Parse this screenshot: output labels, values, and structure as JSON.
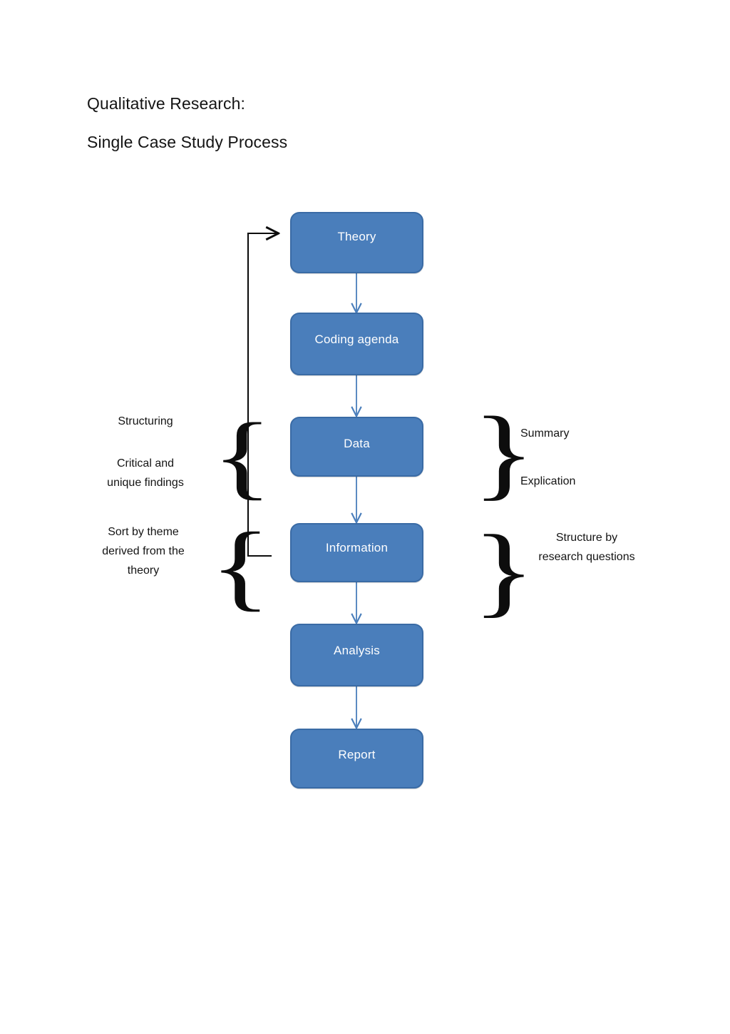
{
  "document": {
    "title_lines": [
      "Qualitative Research:",
      "Single Case Study Process"
    ]
  },
  "colors": {
    "node_fill": "#4a7ebb",
    "node_border": "#3a6ba5",
    "node_text": "#ffffff",
    "connector": "#4a7ebb",
    "feedback_arrow": "#0d0d0d",
    "body_text": "#141414",
    "background": "#ffffff"
  },
  "chart_data": {
    "type": "diagram",
    "title": "Qualitative Research: Single Case Study Process",
    "diagram_kind": "vertical-flowchart-with-feedback-loop",
    "nodes": [
      {
        "id": "theory",
        "label": "Theory",
        "order": 1
      },
      {
        "id": "coding-agenda",
        "label": "Coding agenda",
        "order": 2
      },
      {
        "id": "data",
        "label": "Data",
        "order": 3
      },
      {
        "id": "information",
        "label": "Information",
        "order": 4
      },
      {
        "id": "analysis",
        "label": "Analysis",
        "order": 5
      },
      {
        "id": "report",
        "label": "Report",
        "order": 6
      }
    ],
    "edges": [
      {
        "from": "theory",
        "to": "coding-agenda",
        "style": "arrow-down",
        "color": "#4a7ebb"
      },
      {
        "from": "coding-agenda",
        "to": "data",
        "style": "arrow-down",
        "color": "#4a7ebb"
      },
      {
        "from": "data",
        "to": "information",
        "style": "arrow-down",
        "color": "#4a7ebb"
      },
      {
        "from": "information",
        "to": "analysis",
        "style": "arrow-down",
        "color": "#4a7ebb"
      },
      {
        "from": "analysis",
        "to": "report",
        "style": "arrow-down",
        "color": "#4a7ebb"
      },
      {
        "from": "information",
        "to": "theory",
        "style": "feedback-loop-left",
        "color": "#0d0d0d"
      }
    ],
    "annotations": {
      "left": [
        {
          "id": "structuring",
          "text": "Structuring",
          "brace": "left-facing",
          "spans": [
            "data"
          ]
        },
        {
          "id": "critical-unique",
          "text": "Critical and\nunique findings",
          "brace": "left-facing",
          "spans": [
            "data"
          ]
        },
        {
          "id": "sort-by-theme",
          "text": "Sort by theme\nderived from the\ntheory",
          "brace": "left-facing",
          "spans": [
            "information"
          ]
        }
      ],
      "right": [
        {
          "id": "summary",
          "text": "Summary",
          "brace": "right-facing",
          "spans": [
            "data"
          ]
        },
        {
          "id": "explication",
          "text": "Explication",
          "brace": "right-facing",
          "spans": [
            "data"
          ]
        },
        {
          "id": "structure-by-research",
          "text": "Structure by\nresearch questions",
          "brace": "right-facing",
          "spans": [
            "information"
          ]
        }
      ]
    }
  },
  "nodes": {
    "theory": {
      "label": "Theory"
    },
    "coding_agenda": {
      "label": "Coding agenda"
    },
    "data": {
      "label": "Data"
    },
    "information": {
      "label": "Information"
    },
    "analysis": {
      "label": "Analysis"
    },
    "report": {
      "label": "Report"
    }
  },
  "annotations": {
    "structuring": {
      "text": "Structuring"
    },
    "critical_unique": {
      "text": "Critical and\nunique findings"
    },
    "sort_by_theme": {
      "text": "Sort by theme\nderived from the\ntheory"
    },
    "summary": {
      "text": "Summary"
    },
    "explication": {
      "text": "Explication"
    },
    "structure_by_research": {
      "text": "Structure by\nresearch questions"
    }
  },
  "braces": {
    "glyph_left": "{",
    "glyph_right": "}"
  }
}
